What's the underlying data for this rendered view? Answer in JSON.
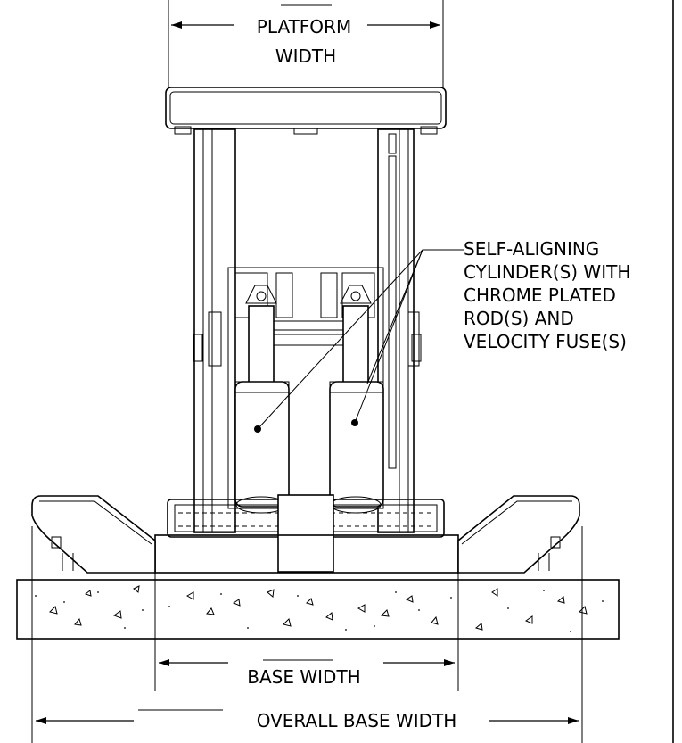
{
  "labels": {
    "platform_width_line1": "PLATFORM",
    "platform_width_line2": "WIDTH",
    "callout_lines": [
      "SELF-ALIGNING",
      "CYLINDER(S) WITH",
      "CHROME PLATED",
      "ROD(S) AND",
      "VELOCITY FUSE(S)"
    ],
    "base_width": "BASE WIDTH",
    "overall_base_width": "OVERALL BASE WIDTH"
  }
}
